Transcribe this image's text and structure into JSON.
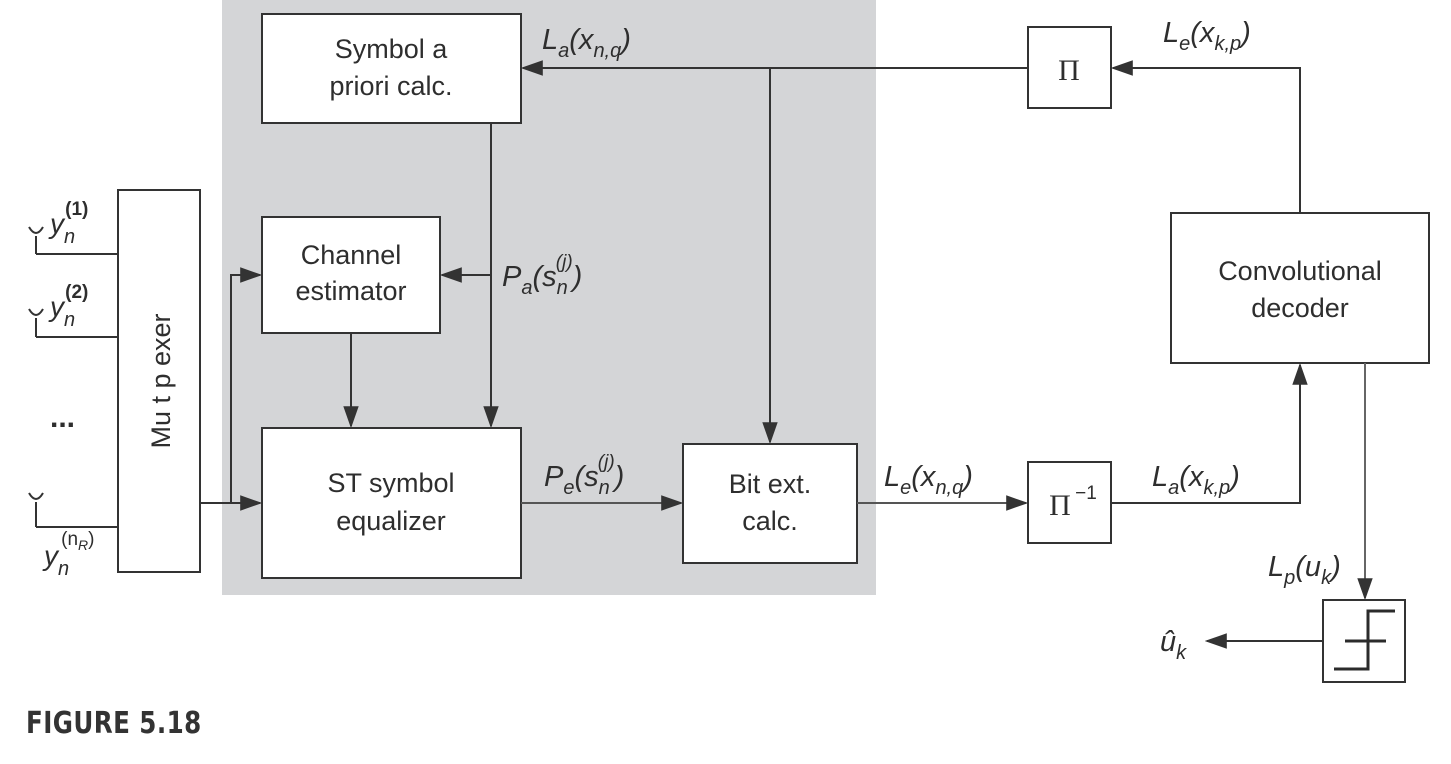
{
  "figure": {
    "caption": "FIGURE 5.18",
    "colors": {
      "background": "#ffffff",
      "shaded_region": "#d4d5d7",
      "block_fill": "#ffffff",
      "stroke": "#333333",
      "text": "#2e2e2e"
    }
  },
  "blocks": {
    "multiplexer": {
      "label": "Mu t p exer"
    },
    "symbol_apriori": {
      "line1": "Symbol a",
      "line2": "priori calc."
    },
    "channel_estimator": {
      "line1": "Channel",
      "line2": "estimator"
    },
    "st_equalizer": {
      "line1": "ST symbol",
      "line2": "equalizer"
    },
    "bit_ext": {
      "line1": "Bit ext.",
      "line2": "calc."
    },
    "interleaver": {
      "label": "Π"
    },
    "deinterleaver": {
      "label": "Π",
      "superscript": "−1"
    },
    "conv_decoder": {
      "line1": "Convolutional",
      "line2": "decoder"
    },
    "decision": {
      "icon": "hard-decision-step-icon"
    }
  },
  "inputs": {
    "y1": {
      "base": "y",
      "sub": "n",
      "sup": "(1)"
    },
    "y2": {
      "base": "y",
      "sub": "n",
      "sup": "(2)"
    },
    "ellipsis": "...",
    "yR": {
      "base": "y",
      "sub": "n",
      "sup_open": "(n",
      "sup_sub": "R",
      "sup_close": ")"
    }
  },
  "signals": {
    "La_xnq": {
      "base": "L",
      "sub": "a",
      "open": "(x",
      "arg_sub": "n,q",
      "close": ")"
    },
    "Pa_s": {
      "base": "P",
      "sub": "a",
      "open": "(s",
      "arg_sub": "n",
      "arg_sup": "(j)",
      "close": ")"
    },
    "Pe_s": {
      "base": "P",
      "sub": "e",
      "open": "(s",
      "arg_sub": "n",
      "arg_sup": "(j)",
      "close": ")"
    },
    "Le_xnq": {
      "base": "L",
      "sub": "e",
      "open": "(x",
      "arg_sub": "n,q",
      "close": ")"
    },
    "La_xkp": {
      "base": "L",
      "sub": "a",
      "open": "(x",
      "arg_sub": "k,p",
      "close": ")"
    },
    "Le_xkp": {
      "base": "L",
      "sub": "e",
      "open": "(x",
      "arg_sub": "k,p",
      "close": ")"
    },
    "Lp_uk": {
      "base": "L",
      "sub": "p",
      "open": "(u",
      "arg_sub": "k",
      "close": ")"
    },
    "uk_hat": {
      "base": "û",
      "sub": "k"
    }
  }
}
